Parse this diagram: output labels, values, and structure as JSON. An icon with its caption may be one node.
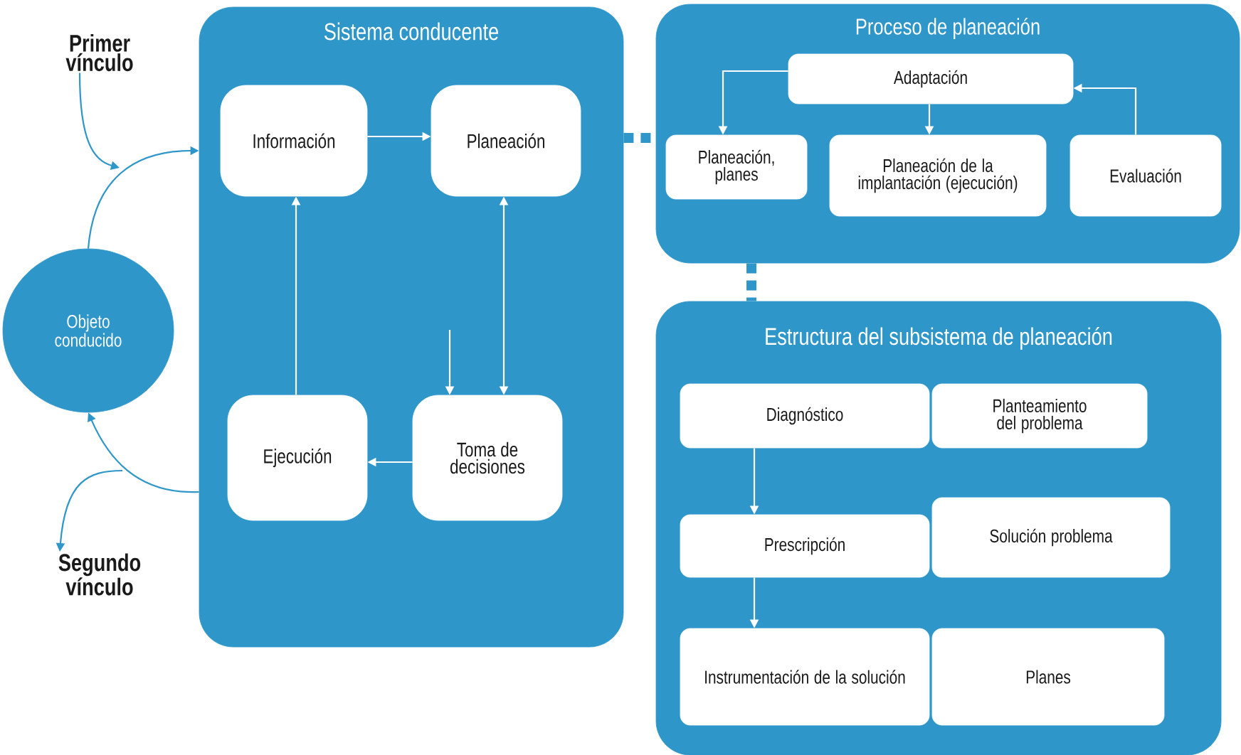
{
  "diagram": {
    "nodes": [
      {
        "text": [
          "Primer vínculo"
        ]
      },
      {
        "text": [
          "Objeto conducido"
        ]
      },
      {
        "text": [
          "Segundo vínculo"
        ]
      },
      {
        "text": [
          "Sistema conducente"
        ]
      },
      {
        "text": [
          "Información"
        ],
        "in": 3
      },
      {
        "text": [
          "Planeación"
        ],
        "in": 3
      },
      {
        "text": [
          "Ejecución"
        ],
        "in": 3
      },
      {
        "text": [
          "Toma de decisiones"
        ],
        "in": 3
      },
      {
        "text": [
          "Proceso de planeación"
        ]
      },
      {
        "text": [
          "Adaptación"
        ],
        "in": 8
      },
      {
        "text": [
          "Planeación, planes"
        ],
        "in": 8
      },
      {
        "text": [
          "Planeación de la implantación (ejecución)"
        ],
        "in": 8
      },
      {
        "text": [
          "Evaluación"
        ],
        "in": 8
      },
      {
        "text": [
          "Estructura del subsistema de planeación"
        ]
      },
      {
        "text": [
          "Diagnóstico"
        ],
        "in": 13
      },
      {
        "text": [
          "Planteamiento del problema"
        ],
        "in": 13
      },
      {
        "text": [
          "Prescripción"
        ],
        "in": 13
      },
      {
        "text": [
          "Solución problema"
        ],
        "in": 13
      },
      {
        "text": [
          "Instrumentación de la solución"
        ],
        "in": 13
      },
      {
        "text": [
          "Planes"
        ],
        "in": 13
      }
    ],
    "edges": [
      {
        "from": 0,
        "to": null,
        "arrow": "to",
        "color": "#2e96c9"
      },
      {
        "from": 1,
        "to": 3,
        "arrow": "to",
        "color": "#2e96c9"
      },
      {
        "from": 3,
        "to": 1,
        "arrow": "to",
        "color": "#2e96c9"
      },
      {
        "from": null,
        "to": 2,
        "arrow": "to",
        "color": "#2e96c9"
      },
      {
        "from": 4,
        "to": 5,
        "arrow": "to"
      },
      {
        "from": 6,
        "to": 4,
        "arrow": "to"
      },
      {
        "from": 5,
        "to": 7,
        "arrow": "both"
      },
      {
        "from": null,
        "to": 7,
        "arrow": "to"
      },
      {
        "from": 7,
        "to": 6,
        "arrow": "to"
      },
      {
        "from": 3,
        "to": 8,
        "arrow": "none",
        "style": "dashed",
        "color": "#2e96c9"
      },
      {
        "from": 8,
        "to": 13,
        "arrow": "none",
        "style": "dashed",
        "color": "#2e96c9"
      },
      {
        "from": 9,
        "to": 10,
        "arrow": "to"
      },
      {
        "from": 9,
        "to": 11,
        "arrow": "to"
      },
      {
        "from": 12,
        "to": 9,
        "arrow": "to"
      },
      {
        "from": 14,
        "to": 16,
        "arrow": "to"
      },
      {
        "from": 16,
        "to": 18,
        "arrow": "to"
      }
    ]
  }
}
